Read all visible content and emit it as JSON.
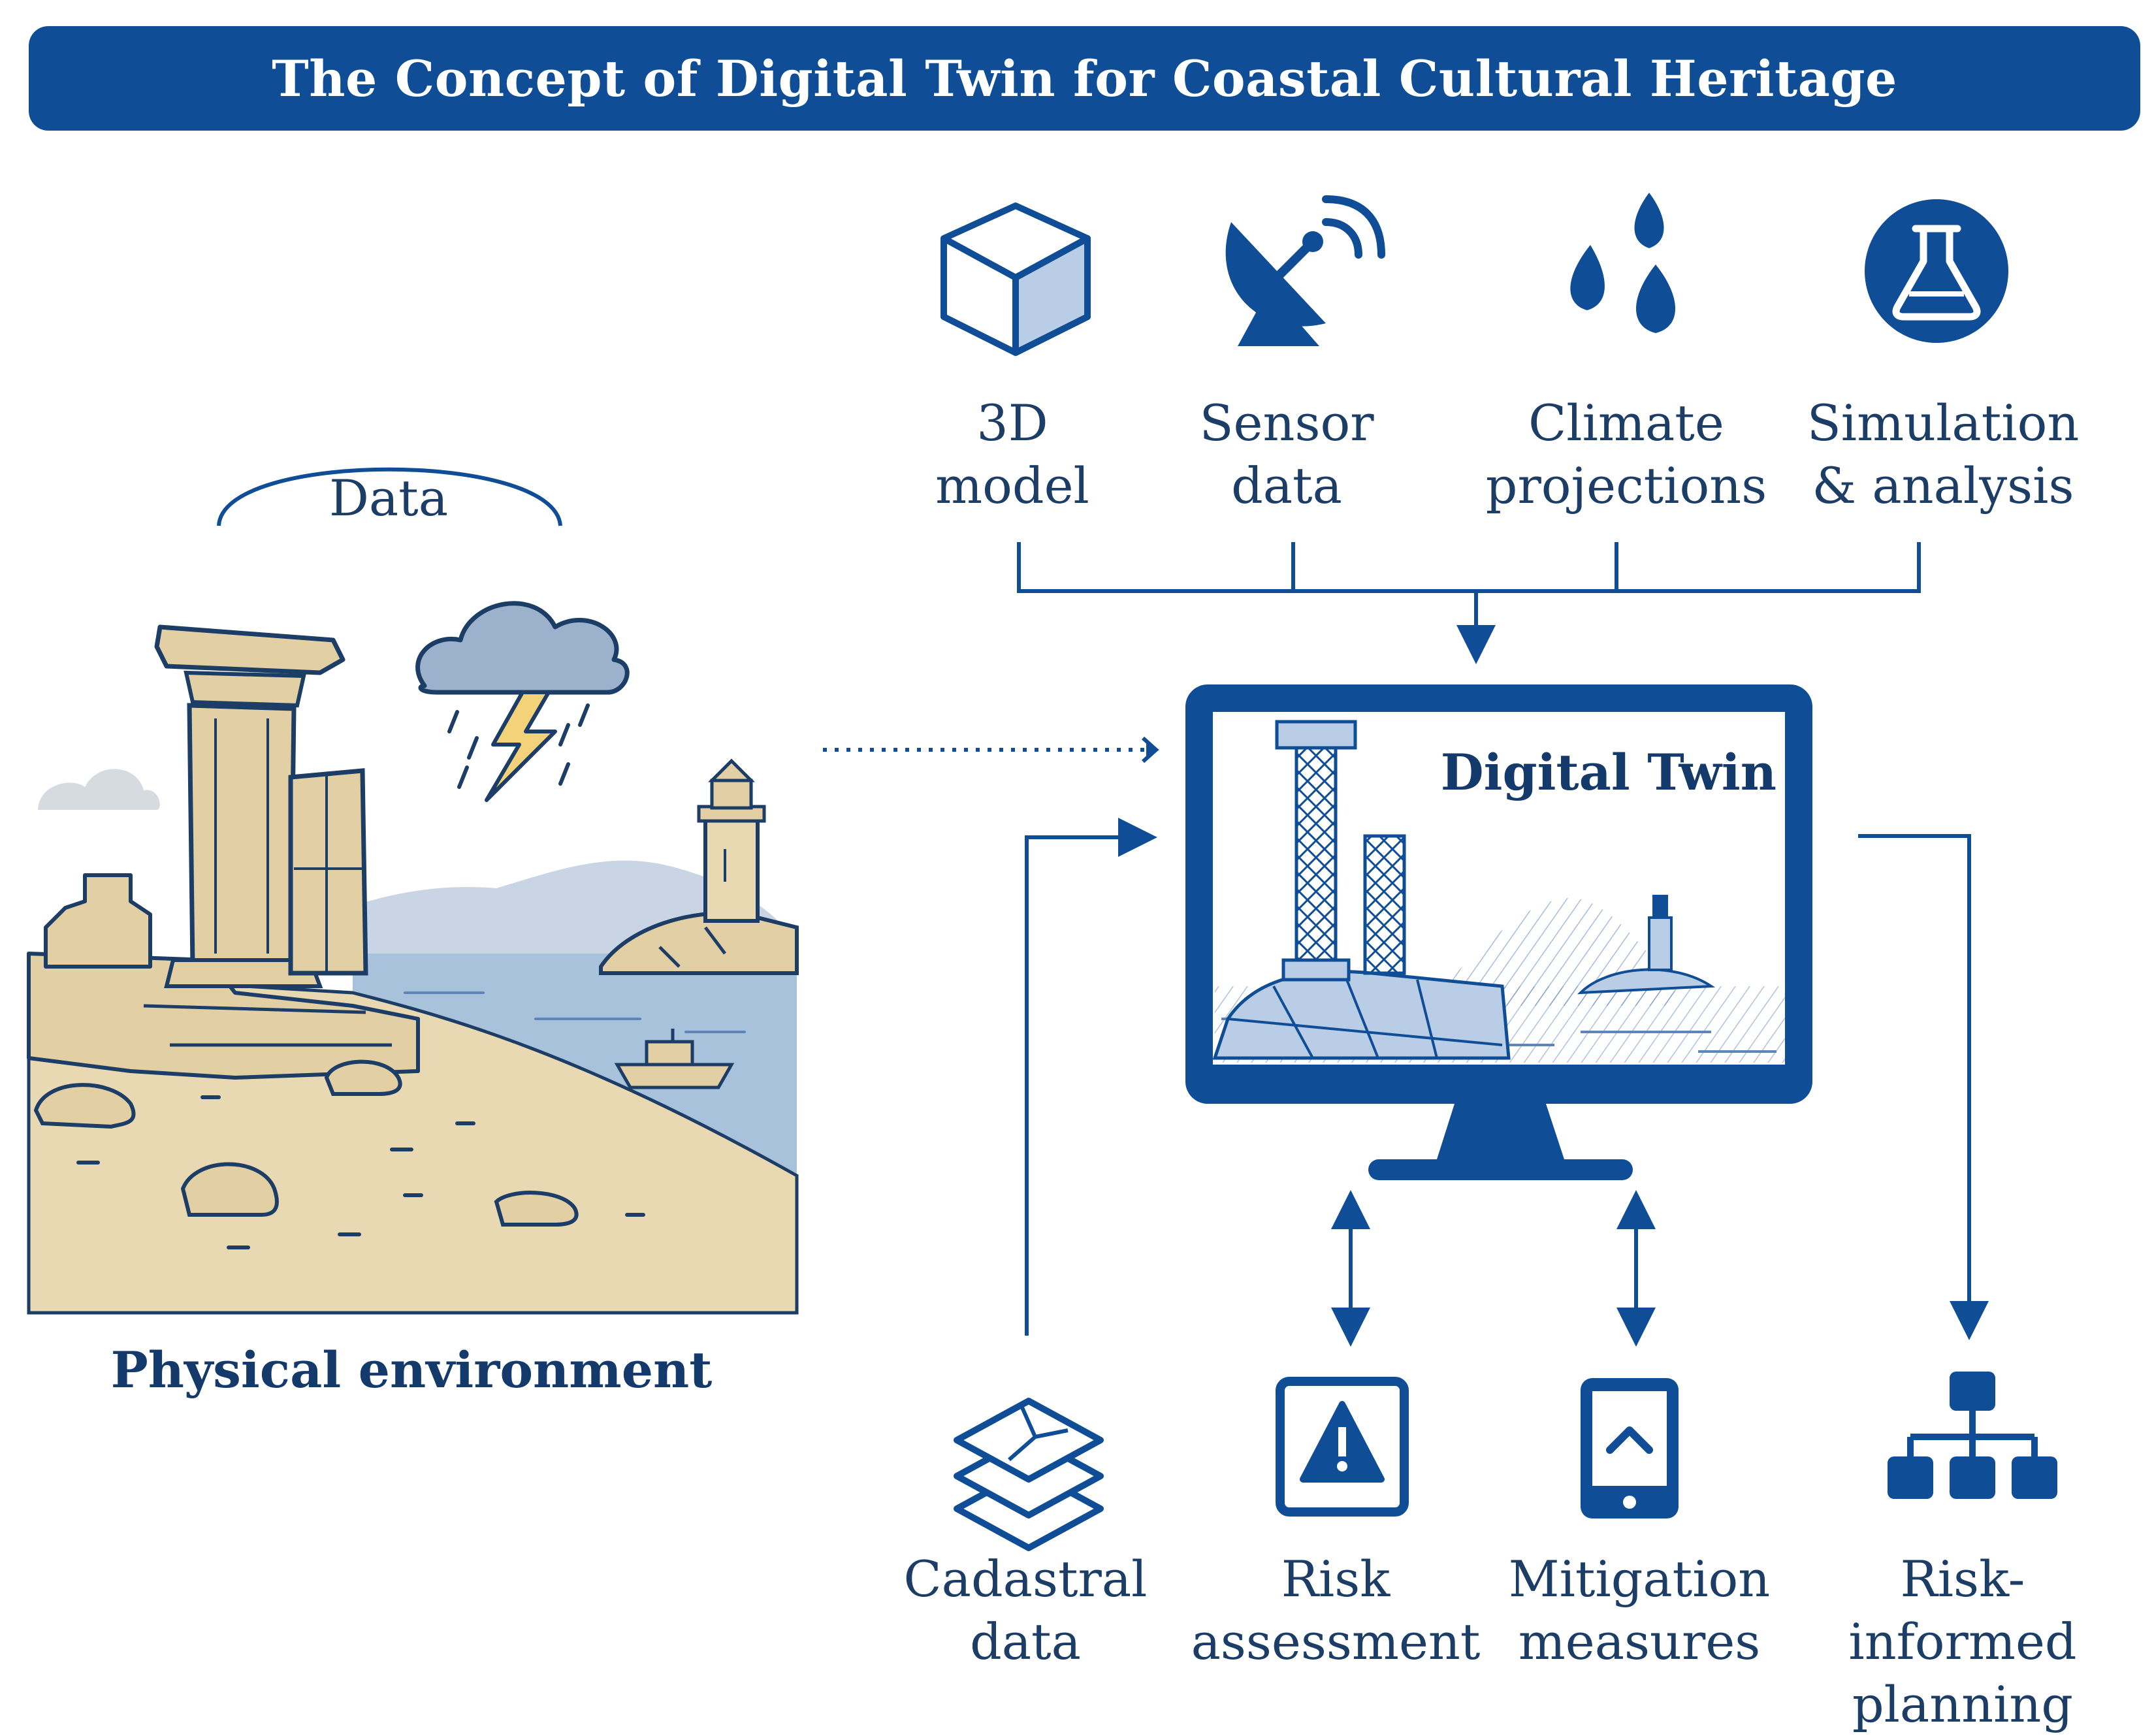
{
  "title": "The Concept of Digital Twin for Coastal Cultural Heritage",
  "physical": {
    "data_label": "Data",
    "caption": "Physical environment"
  },
  "inputs": [
    {
      "label": "3D\nmodel",
      "icon": "cube-icon"
    },
    {
      "label": "Sensor\ndata",
      "icon": "satellite-dish-icon"
    },
    {
      "label": "Climate\nprojections",
      "icon": "water-drops-icon"
    },
    {
      "label": "Simulation\n& analysis",
      "icon": "flask-icon"
    }
  ],
  "twin": {
    "label": "Digital Twin",
    "icon": "monitor-icon"
  },
  "outputs": [
    {
      "label": "Cadastral\ndata",
      "icon": "layers-icon"
    },
    {
      "label": "Risk\nassessment",
      "icon": "warning-icon"
    },
    {
      "label": "Mitigation\nmeasures",
      "icon": "tablet-icon"
    },
    {
      "label": "Risk-informed\nplanning",
      "icon": "hierarchy-icon"
    }
  ],
  "colors": {
    "primary": "#0f4e96",
    "light_blue": "#b9cde6",
    "sand": "#e9d9b3",
    "water": "#a9c2dc"
  }
}
